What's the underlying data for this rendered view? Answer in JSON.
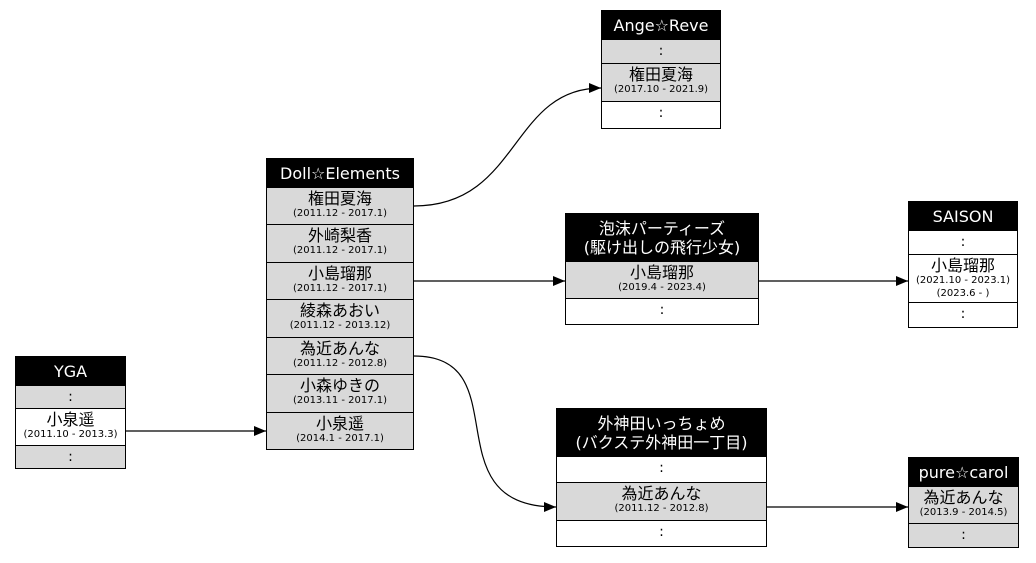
{
  "nodes": {
    "yga": {
      "title": "YGA",
      "rows": [
        {
          "type": "dots",
          "text": ":"
        },
        {
          "type": "member",
          "name": "小泉遥",
          "period": "(2011.10 - 2013.3)"
        },
        {
          "type": "dots",
          "text": ":"
        }
      ]
    },
    "doll": {
      "title": "Doll☆Elements",
      "rows": [
        {
          "type": "member",
          "name": "権田夏海",
          "period": "(2011.12 - 2017.1)"
        },
        {
          "type": "member",
          "name": "外崎梨香",
          "period": "(2011.12 - 2017.1)"
        },
        {
          "type": "member",
          "name": "小島瑠那",
          "period": "(2011.12 - 2017.1)"
        },
        {
          "type": "member",
          "name": "綾森あおい",
          "period": "(2011.12 - 2013.12)"
        },
        {
          "type": "member",
          "name": "為近あんな",
          "period": "(2011.12 - 2012.8)"
        },
        {
          "type": "member",
          "name": "小森ゆきの",
          "period": "(2013.11 - 2017.1)"
        },
        {
          "type": "member",
          "name": "小泉遥",
          "period": "(2014.1 - 2017.1)"
        }
      ]
    },
    "ange": {
      "title": "Ange☆Reve",
      "rows": [
        {
          "type": "dots",
          "text": ":"
        },
        {
          "type": "member",
          "name": "権田夏海",
          "period": "(2017.10 - 2021.9)"
        },
        {
          "type": "dots",
          "text": ":"
        }
      ]
    },
    "houmatsu": {
      "title": "泡沫パーティーズ\n(駆け出しの飛行少女)",
      "rows": [
        {
          "type": "member",
          "name": "小島瑠那",
          "period": "(2019.4 - 2023.4)"
        },
        {
          "type": "dots",
          "text": ":"
        }
      ]
    },
    "saison": {
      "title": "SAISON",
      "rows": [
        {
          "type": "dots",
          "text": ":"
        },
        {
          "type": "member",
          "name": "小島瑠那",
          "period": "(2021.10 - 2023.1)",
          "period2": "(2023.6 - )"
        },
        {
          "type": "dots",
          "text": ":"
        }
      ]
    },
    "tokanda": {
      "title": "外神田いっちょめ\n(バクステ外神田一丁目)",
      "rows": [
        {
          "type": "dots",
          "text": ":"
        },
        {
          "type": "member",
          "name": "為近あんな",
          "period": "(2011.12 - 2012.8)"
        },
        {
          "type": "dots",
          "text": ":"
        }
      ]
    },
    "pure": {
      "title": "pure☆carol",
      "rows": [
        {
          "type": "member",
          "name": "為近あんな",
          "period": "(2013.9 - 2014.5)"
        },
        {
          "type": "dots",
          "text": ":"
        }
      ]
    }
  }
}
